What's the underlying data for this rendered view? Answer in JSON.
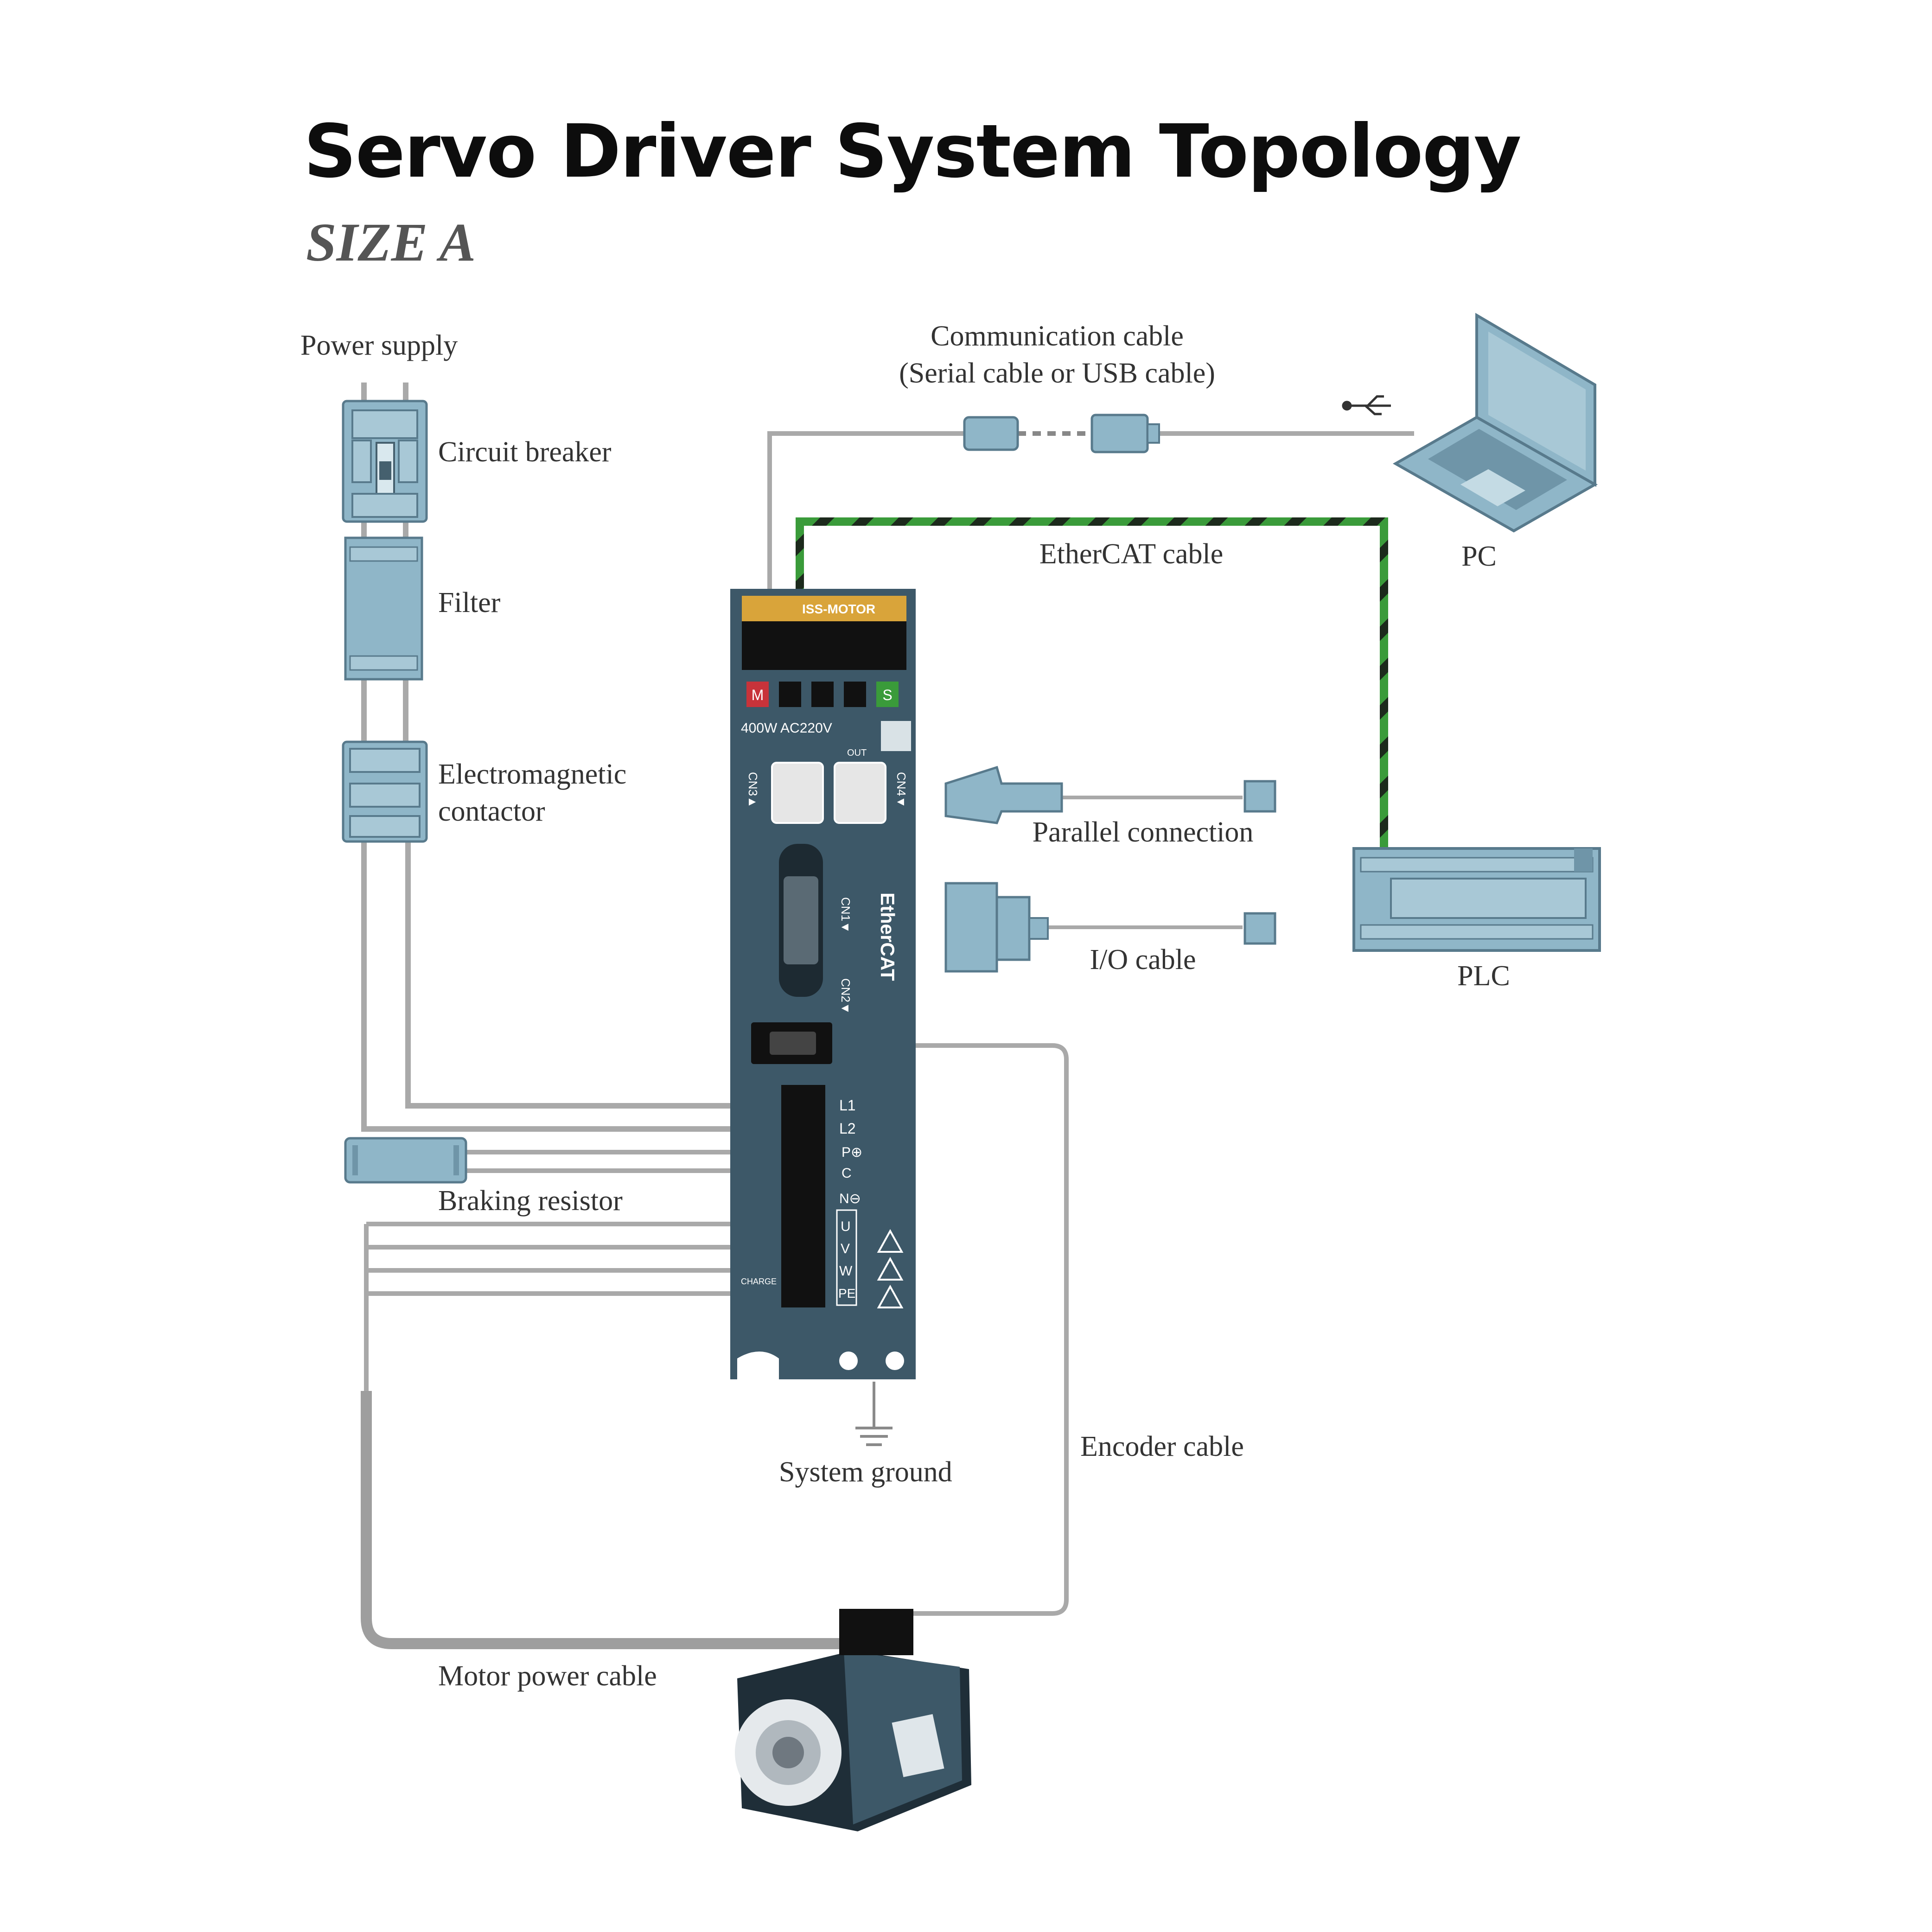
{
  "title": "Servo Driver System Topology",
  "subtitle": "SIZE A",
  "labels": {
    "power_supply": "Power supply",
    "circuit_breaker": "Circuit breaker",
    "filter": "Filter",
    "contactor_line1": "Electromagnetic",
    "contactor_line2": "contactor",
    "braking_resistor": "Braking resistor",
    "motor_power_cable": "Motor power cable",
    "system_ground": "System ground",
    "encoder_cable": "Encoder cable",
    "comm_cable_line1": "Communication cable",
    "comm_cable_line2": "(Serial cable or USB cable)",
    "ethercat_cable": "EtherCAT cable",
    "pc": "PC",
    "parallel_connection": "Parallel connection",
    "io_cable": "I/O cable",
    "plc": "PLC"
  },
  "driver": {
    "brand": "ISS-MOTOR",
    "rating": "400W  AC220V",
    "key_m": "M",
    "key_s": "S",
    "port_out": "OUT",
    "cn3": "CN3▲",
    "cn4": "CN4▼",
    "cn1": "CN1▼",
    "cn2": "CN2▼",
    "ethercat_logo": "EtherCAT",
    "charge": "CHARGE",
    "terminals": [
      "L1",
      "L2",
      "P⊕",
      "C",
      "N⊖",
      "U",
      "V",
      "W",
      "PE"
    ]
  },
  "colors": {
    "driver_body": "#3d5868",
    "component_blue": "#8fb6c8",
    "cable_gray": "#999999",
    "ethercat_green": "#3a9b3a",
    "brand_orange": "#d9a43a"
  }
}
